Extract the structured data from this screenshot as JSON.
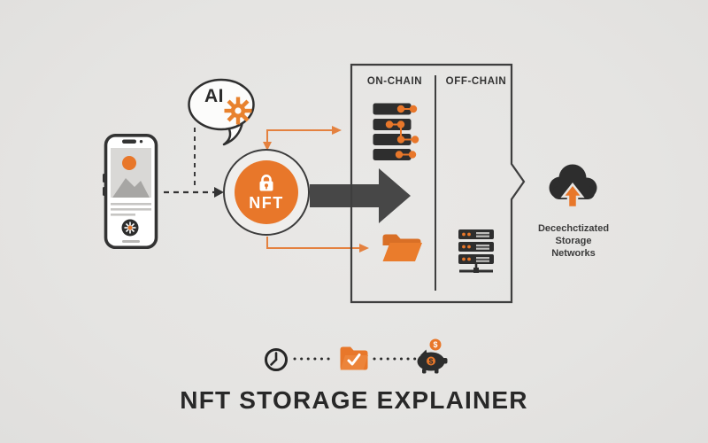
{
  "title": "NFT STORAGE EXPLAINER",
  "ai_bubble": {
    "label": "AI"
  },
  "nft": {
    "label": "NFT"
  },
  "storage_box": {
    "on_chain_label": "ON-CHAIN",
    "off_chain_label": "OFF-CHAIN"
  },
  "cloud_caption": {
    "line1": "Decechctizated",
    "line2": "Storage",
    "line3": "Networks"
  },
  "glyphs": {
    "dollar": "$"
  },
  "colors": {
    "background": "#e6e4e2",
    "orange": "#e8772a",
    "dark": "#2e2e2e",
    "arrow_gray": "#474747",
    "outline": "#3a3a3a"
  }
}
